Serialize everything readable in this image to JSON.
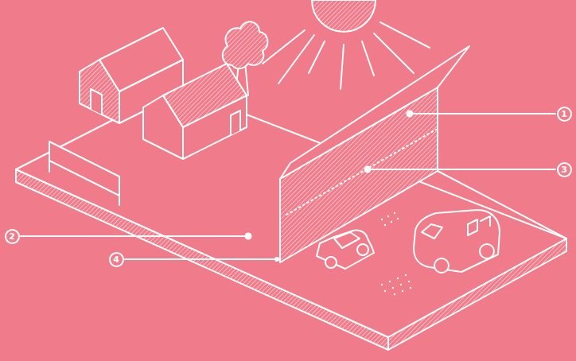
{
  "diagram": {
    "nodes": [
      {
        "text": [
          "1"
        ]
      },
      {
        "text": [
          "3"
        ]
      },
      {
        "text": [
          "2"
        ]
      },
      {
        "text": [
          "4"
        ]
      }
    ]
  }
}
